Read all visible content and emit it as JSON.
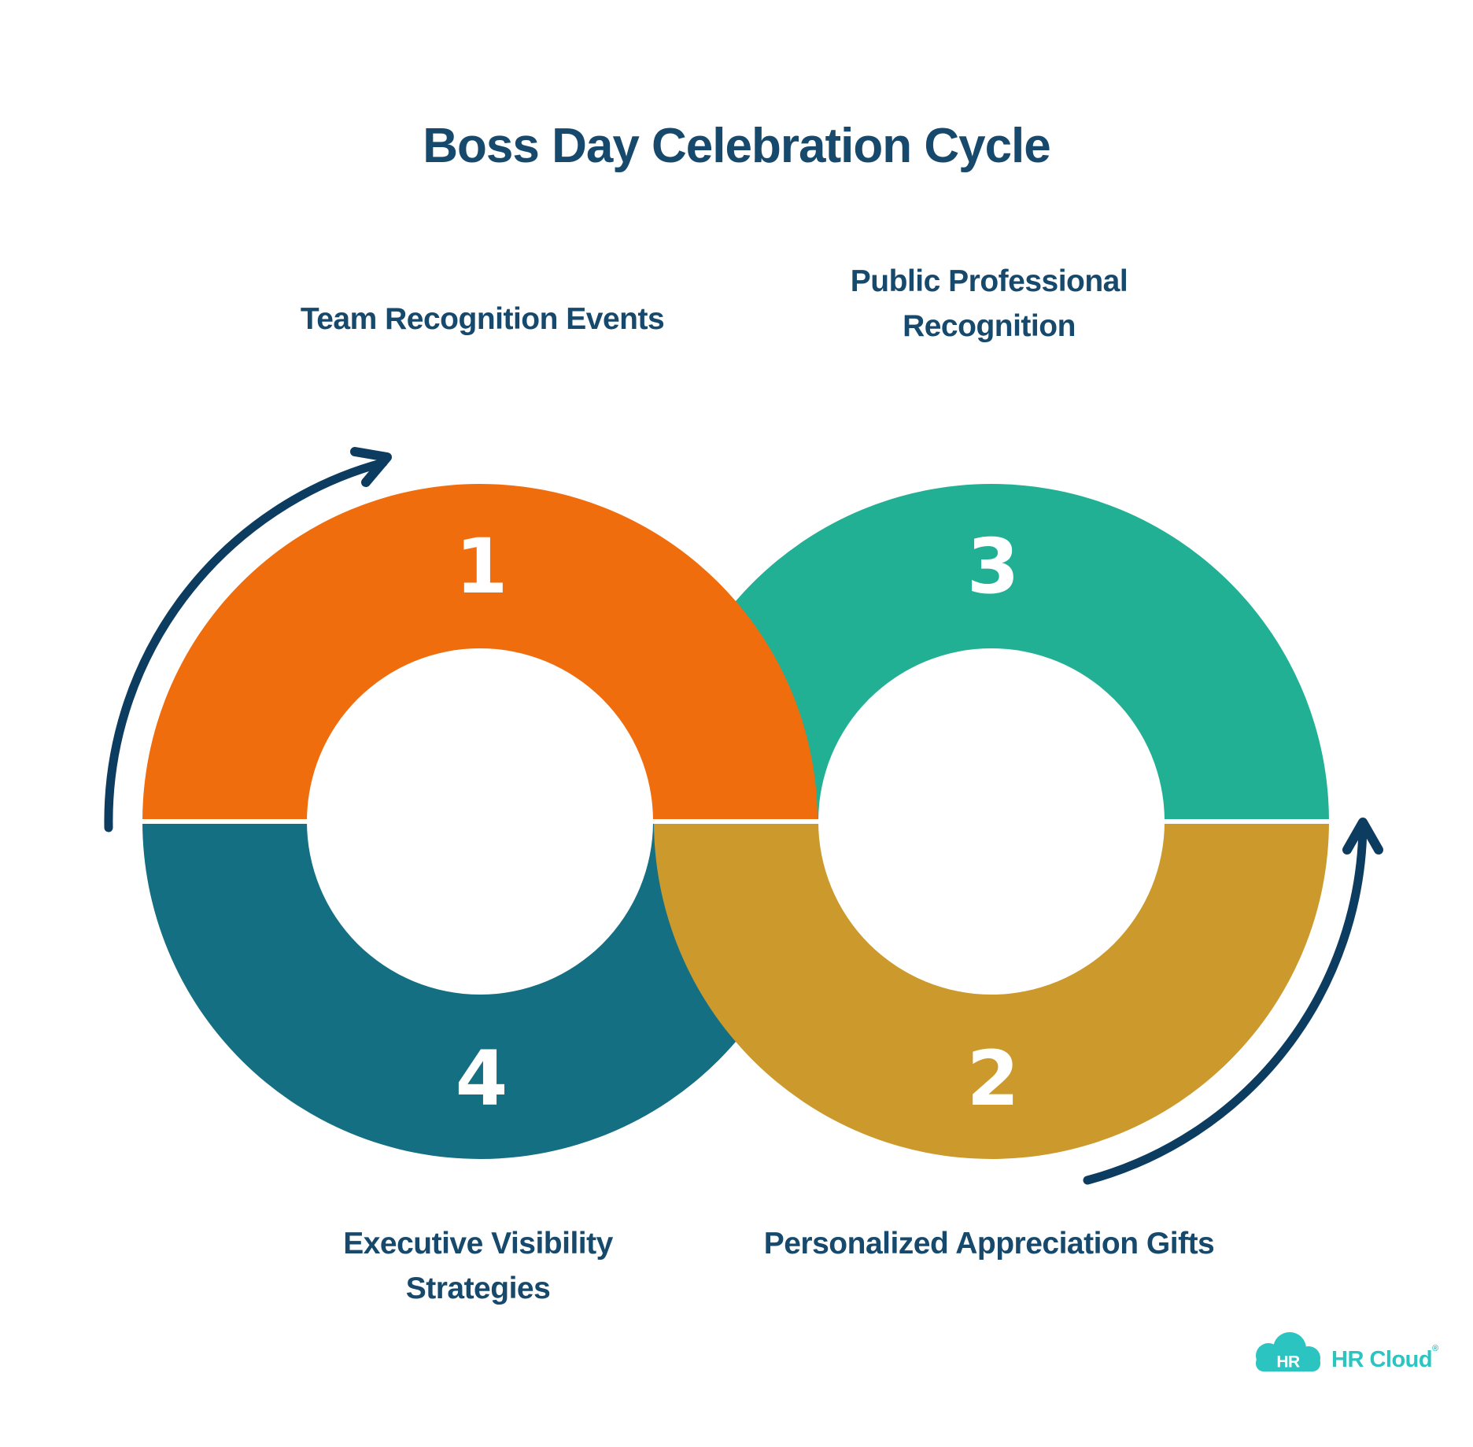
{
  "title": "Boss Day Celebration Cycle",
  "diagram": {
    "steps": [
      {
        "number": "1",
        "label": "Team Recognition Events",
        "color": "#F06D0E",
        "position": "top-left"
      },
      {
        "number": "2",
        "label": "Personalized Appreciation Gifts",
        "color": "#CC992C",
        "position": "bottom-right"
      },
      {
        "number": "3",
        "label": "Public Professional Recognition",
        "color": "#22B094",
        "position": "top-right"
      },
      {
        "number": "4",
        "label": "Executive Visibility Strategies",
        "color": "#156F82",
        "position": "bottom-left"
      }
    ],
    "arrow_color": "#0C3C5F",
    "number_color": "#FFFFFF"
  },
  "colors": {
    "background": "#FFFFFF",
    "heading_text": "#16496B",
    "label_text": "#16496B"
  },
  "logo": {
    "badge_text": "HR",
    "brand_text": "HR Cloud",
    "registered_mark": "®",
    "color": "#2BC4C0",
    "badge_text_color": "#FFFFFF"
  }
}
